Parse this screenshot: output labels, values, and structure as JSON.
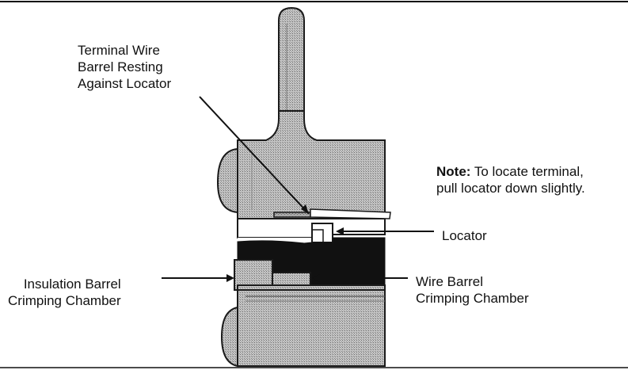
{
  "labels": {
    "terminal_line1": "Terminal Wire",
    "terminal_line2": "Barrel Resting",
    "terminal_line3": "Against Locator",
    "note_bold": "Note:",
    "note_line1": " To locate terminal,",
    "note_line2": "pull locator down slightly.",
    "locator": "Locator",
    "insulation_line1": "Insulation Barrel",
    "insulation_line2": "Crimping Chamber",
    "wire_line1": "Wire Barrel",
    "wire_line2": "Crimping Chamber"
  },
  "colors": {
    "metal": "#b9b9b9",
    "dark": "#111111",
    "outline": "#1a1a1a"
  }
}
